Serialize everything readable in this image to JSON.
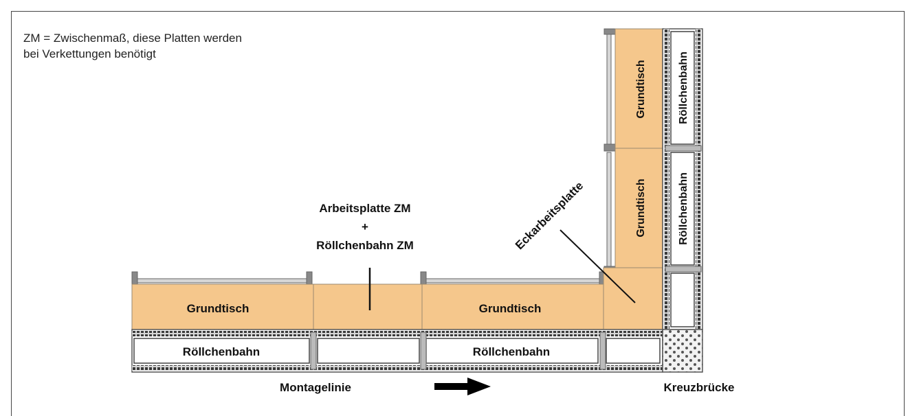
{
  "note": {
    "line1": "ZM = Zwischenmaß, diese Platten werden",
    "line2": "bei Verkettungen benötigt"
  },
  "labels": {
    "grundtisch_left": "Grundtisch",
    "grundtisch_mid": "Grundtisch",
    "grundtisch_upper": "Grundtisch",
    "grundtisch_lower": "Grundtisch",
    "roller_left": "Röllchenbahn",
    "roller_mid": "Röllchenbahn",
    "roller_upper": "Röllchenbahn",
    "roller_lower": "Röllchenbahn",
    "arbeitsplatte_line1": "Arbeitsplatte ZM",
    "arbeitsplatte_plus": "+",
    "arbeitsplatte_line2": "Röllchenbahn ZM",
    "eckarbeitsplatte": "Eckarbeitsplatte",
    "montagelinie": "Montagelinie",
    "kreuzbruecke": "Kreuzbrücke"
  },
  "colors": {
    "table_fill": "#f5c78c",
    "frame": "#555555",
    "roller_chain": "#3a3a3a"
  }
}
